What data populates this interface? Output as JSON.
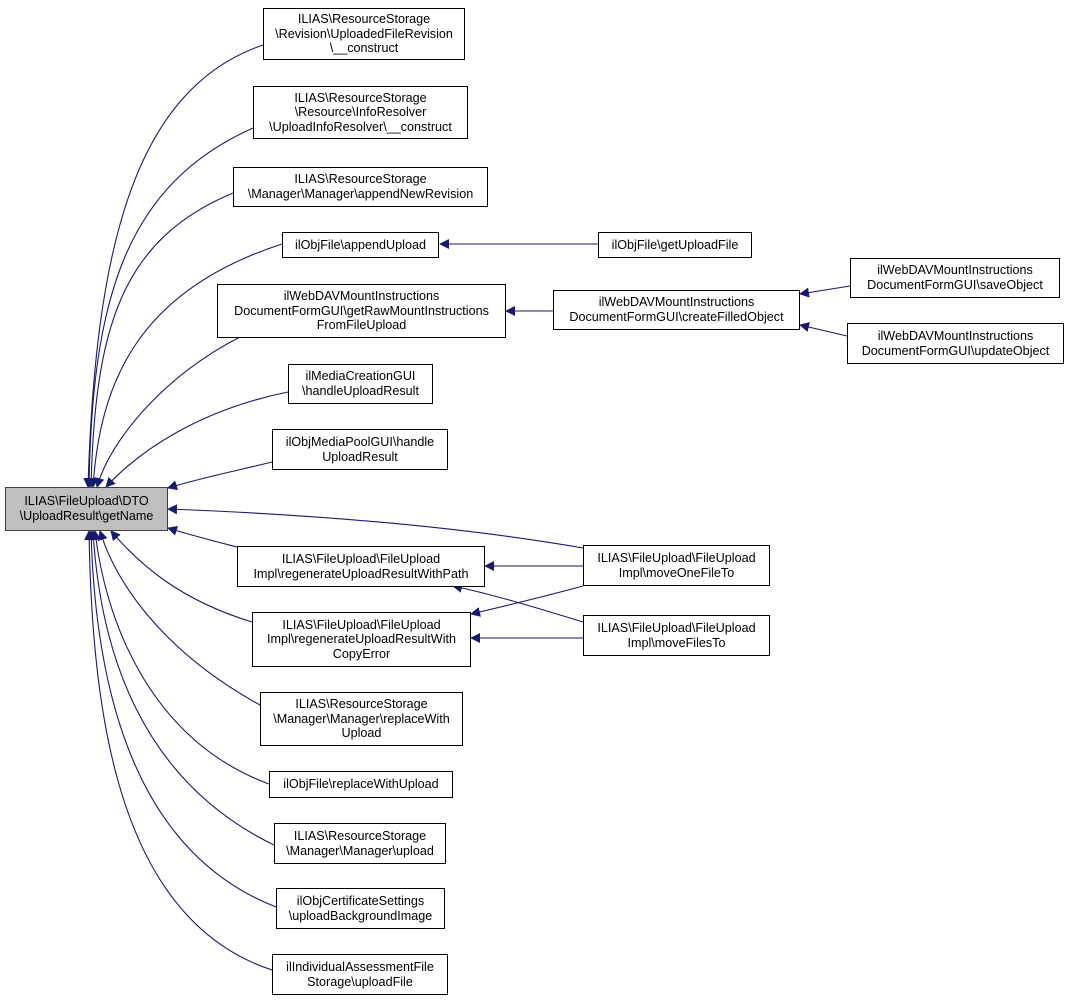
{
  "diagram": {
    "edge_color": "#191970",
    "root_fill": "#bfbfbf",
    "nodes": {
      "root": [
        "ILIAS\\FileUpload\\DTO",
        "\\UploadResult\\getName"
      ],
      "revision_construct": [
        "ILIAS\\ResourceStorage",
        "\\Revision\\UploadedFileRevision",
        "\\__construct"
      ],
      "infores_construct": [
        "ILIAS\\ResourceStorage",
        "\\Resource\\InfoResolver",
        "\\UploadInfoResolver\\__construct"
      ],
      "append_new_revision": [
        "ILIAS\\ResourceStorage",
        "\\Manager\\Manager\\appendNewRevision"
      ],
      "append_upload": [
        "ilObjFile\\appendUpload"
      ],
      "get_upload_file": [
        "ilObjFile\\getUploadFile"
      ],
      "get_raw_mount": [
        "ilWebDAVMountInstructions",
        "DocumentFormGUI\\getRawMountInstructions",
        "FromFileUpload"
      ],
      "create_filled": [
        "ilWebDAVMountInstructions",
        "DocumentFormGUI\\createFilledObject"
      ],
      "save_object": [
        "ilWebDAVMountInstructions",
        "DocumentFormGUI\\saveObject"
      ],
      "update_object": [
        "ilWebDAVMountInstructions",
        "DocumentFormGUI\\updateObject"
      ],
      "media_creation": [
        "ilMediaCreationGUI",
        "\\handleUploadResult"
      ],
      "media_pool": [
        "ilObjMediaPoolGUI\\handle",
        "UploadResult"
      ],
      "regen_path": [
        "ILIAS\\FileUpload\\FileUpload",
        "Impl\\regenerateUploadResultWithPath"
      ],
      "regen_copy": [
        "ILIAS\\FileUpload\\FileUpload",
        "Impl\\regenerateUploadResultWith",
        "CopyError"
      ],
      "move_one": [
        "ILIAS\\FileUpload\\FileUpload",
        "Impl\\moveOneFileTo"
      ],
      "move_files": [
        "ILIAS\\FileUpload\\FileUpload",
        "Impl\\moveFilesTo"
      ],
      "replace_with_upload_mgr": [
        "ILIAS\\ResourceStorage",
        "\\Manager\\Manager\\replaceWith",
        "Upload"
      ],
      "replace_with_upload_file": [
        "ilObjFile\\replaceWithUpload"
      ],
      "manager_upload": [
        "ILIAS\\ResourceStorage",
        "\\Manager\\Manager\\upload"
      ],
      "cert_settings": [
        "ilObjCertificateSettings",
        "\\uploadBackgroundImage"
      ],
      "indiv_assessment": [
        "ilIndividualAssessmentFile",
        "Storage\\uploadFile"
      ]
    }
  }
}
